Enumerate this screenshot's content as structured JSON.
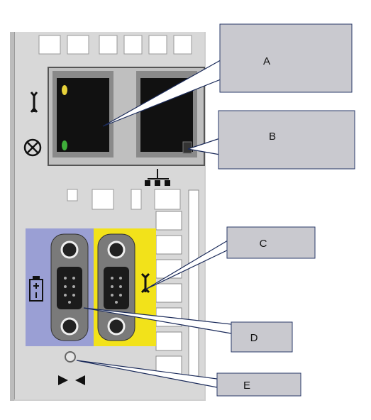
{
  "callouts": [
    {
      "id": "A",
      "label": "A"
    },
    {
      "id": "B",
      "label": "B"
    },
    {
      "id": "C",
      "label": "C"
    },
    {
      "id": "D",
      "label": "D"
    },
    {
      "id": "E",
      "label": "E"
    }
  ],
  "colors": {
    "panel": "#d6d6d6",
    "callout_fill": "#c9c9cf",
    "callout_border": "#2a3a6a",
    "leader_line": "#1a2a5a",
    "blue_zone": "#9a9fd4",
    "yellow_zone": "#f2e21a",
    "led_yellow": "#e7d23a",
    "led_green": "#3fae3a"
  },
  "icons": [
    "wrench-icon",
    "no-wrench-icon",
    "network-icon",
    "battery-icon",
    "serial-wrench-icon",
    "locate-icon"
  ]
}
